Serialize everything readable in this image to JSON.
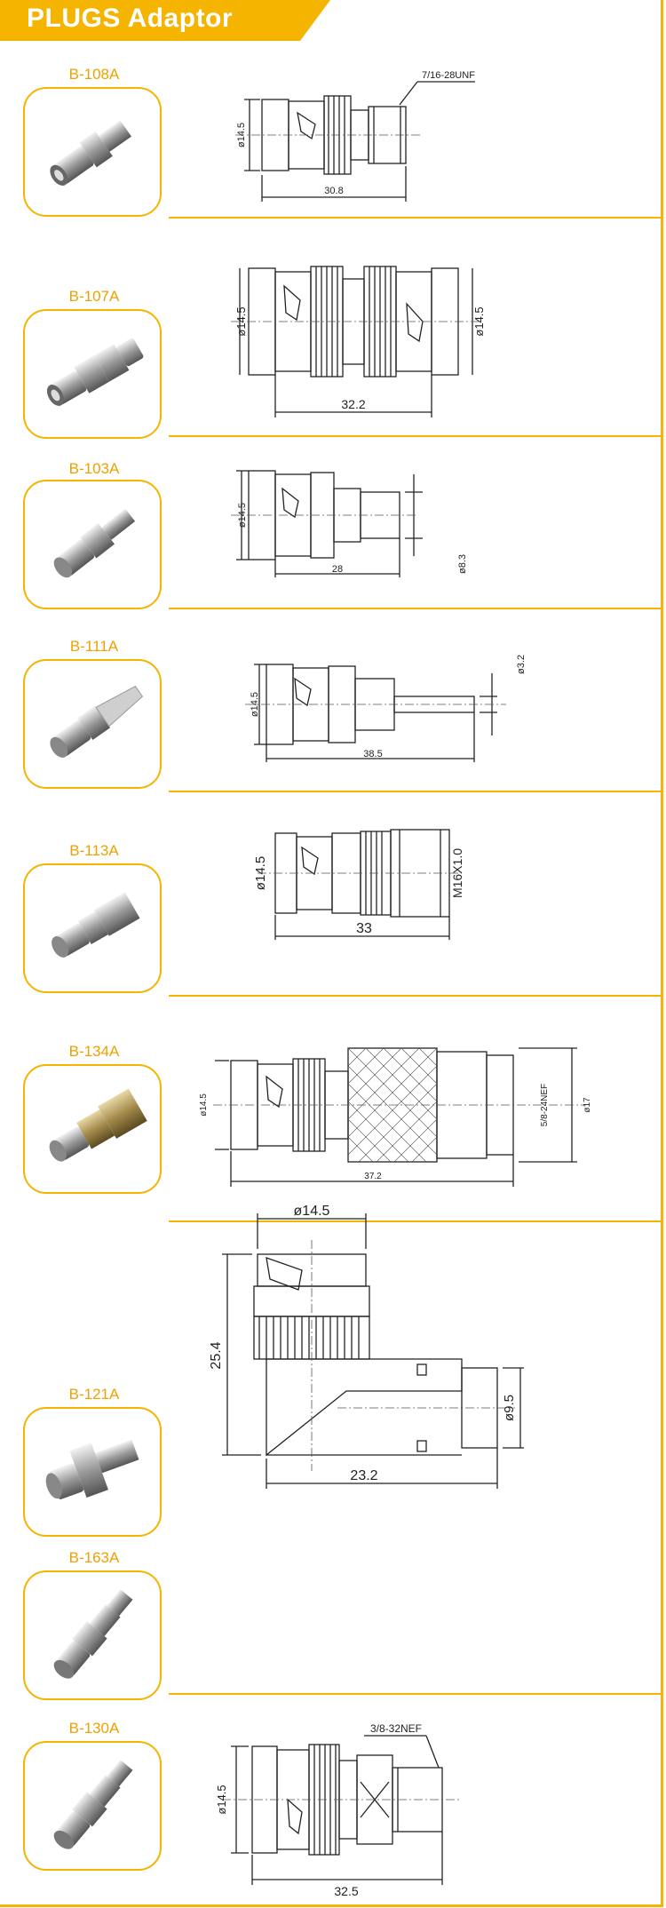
{
  "page": {
    "title": "PLUGS Adaptor"
  },
  "colors": {
    "accent": "#f5b400",
    "code": "#f0a000",
    "line": "#222222"
  },
  "products": [
    {
      "code": "B-108A",
      "dims": [
        "7/16-28UNF",
        "ø14.5",
        "30.8"
      ]
    },
    {
      "code": "B-107A",
      "dims": [
        "ø14.5",
        "ø14.5",
        "32.2"
      ]
    },
    {
      "code": "B-103A",
      "dims": [
        "ø14.5",
        "28",
        "ø8.3"
      ]
    },
    {
      "code": "B-111A",
      "dims": [
        "ø14.5",
        "ø3.2",
        "38.5"
      ]
    },
    {
      "code": "B-113A",
      "dims": [
        "ø14.5",
        "M16X1.0",
        "33"
      ]
    },
    {
      "code": "B-134A",
      "dims": [
        "ø14.5",
        "5/8-24NEF",
        "ø17",
        "37.2"
      ]
    },
    {
      "code": "B-121A",
      "dims": [
        "ø14.5",
        "25.4",
        "ø9.5",
        "23.2"
      ]
    },
    {
      "code": "B-163A",
      "dims": []
    },
    {
      "code": "B-130A",
      "dims": [
        "3/8-32NEF",
        "ø14.5",
        "32.5"
      ]
    }
  ]
}
